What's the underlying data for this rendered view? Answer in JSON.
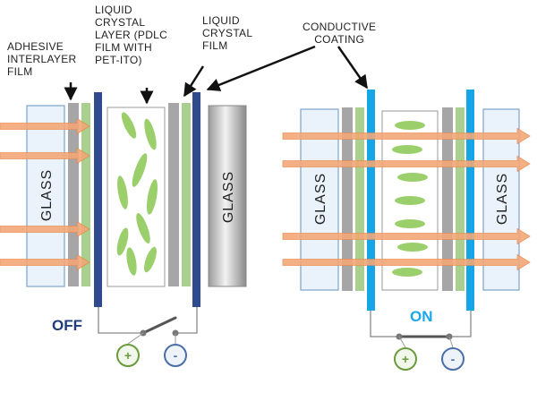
{
  "labels": {
    "adhesive": [
      "ADHESIVE",
      "INTERLAYER",
      "FILM"
    ],
    "lc_layer": [
      "LIQUID",
      "CRYSTAL",
      "LAYER (PDLC",
      "FILM WITH",
      "PET-ITO)"
    ],
    "lc_film": [
      "LIQUID",
      "CRYSTAL",
      "FILM"
    ],
    "conductive": [
      "CONDUCTIVE",
      "COATING"
    ]
  },
  "glass": "GLASS",
  "states": {
    "off": "OFF",
    "on": "ON"
  },
  "terminals": {
    "plus": "+",
    "minus": "-"
  },
  "colors": {
    "arrow": "#f3a877",
    "arrow_stroke": "#e58a52",
    "glass_fill": "#eaf2fb",
    "glass_stroke": "#7da2cf",
    "gray_layer": "#a6a6a6",
    "green_layer": "#a9d08e",
    "crystal": "#9bcf6c",
    "electrode_off": "#2f4b8e",
    "electrode_on": "#16a5e6",
    "off_text": "#1f3d7a",
    "on_text": "#1aa7e8",
    "plus": "#6a9b3c",
    "minus": "#4a6fa8"
  }
}
